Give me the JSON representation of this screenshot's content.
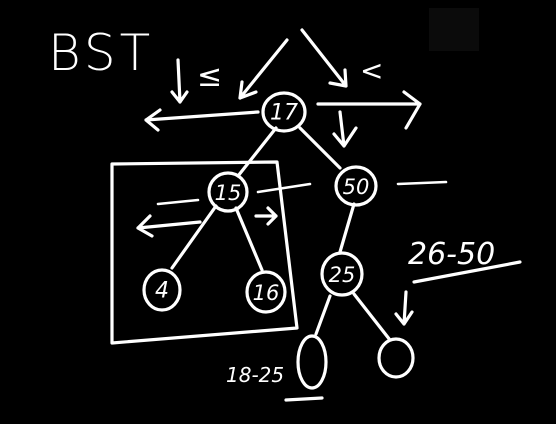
{
  "title": "BST",
  "nodes": {
    "root": "17",
    "left": "15",
    "right": "50",
    "left_left": "4",
    "left_right": "16",
    "right_left": "25",
    "right_left_left": "",
    "right_left_right": ""
  },
  "comparison_symbols": {
    "left_branch": "≤",
    "right_branch": "<"
  },
  "range_labels": {
    "upper": "26-50",
    "lower": "18-25"
  },
  "colors": {
    "background": "#000000",
    "ink": "#ffffff"
  }
}
